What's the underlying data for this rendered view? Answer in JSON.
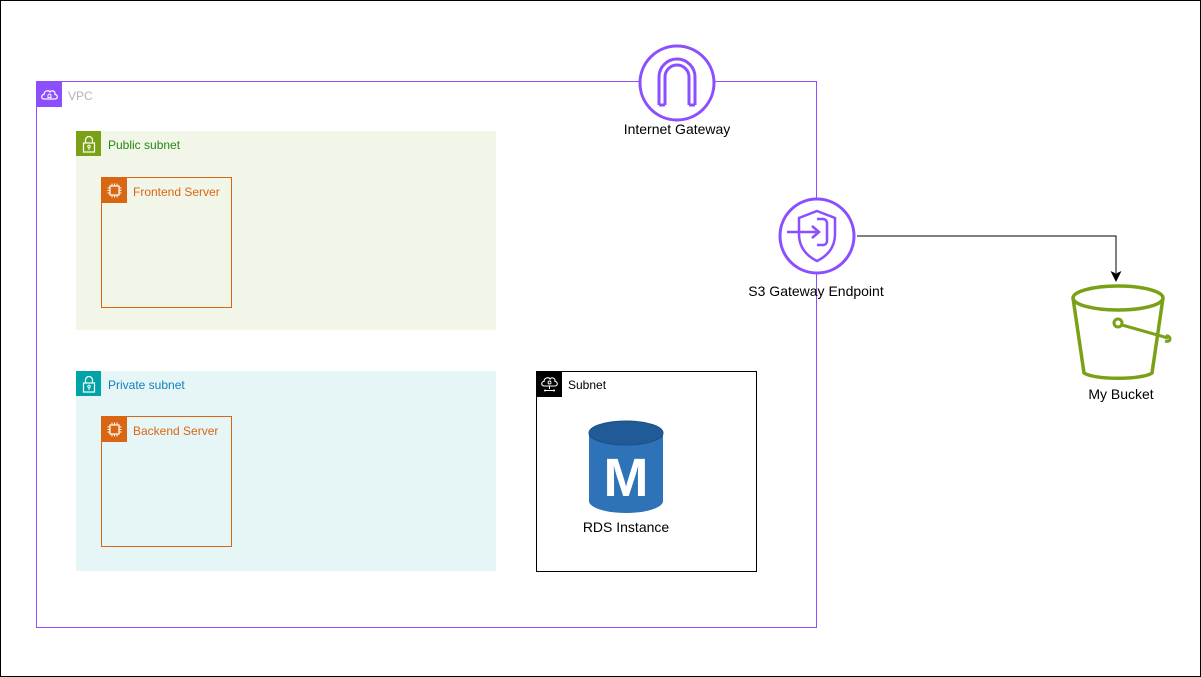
{
  "diagram": {
    "vpc": {
      "label": "VPC",
      "icon": "vpc-cloud-icon",
      "color": "#8c4fff"
    },
    "public_subnet": {
      "label": "Public subnet",
      "icon": "lock-icon",
      "color": "#7aa116"
    },
    "private_subnet": {
      "label": "Private subnet",
      "icon": "lock-icon",
      "color": "#00a4a6"
    },
    "frontend_server": {
      "label": "Frontend Server",
      "icon": "ec2-chip-icon",
      "color": "#d86613"
    },
    "backend_server": {
      "label": "Backend Server",
      "icon": "ec2-chip-icon",
      "color": "#d86613"
    },
    "subnet": {
      "label": "Subnet",
      "icon": "cloud-network-icon"
    },
    "rds": {
      "label": "RDS Instance",
      "icon": "database-icon",
      "color": "#2e73b8"
    },
    "internet_gateway": {
      "label": "Internet Gateway",
      "icon": "internet-gateway-icon",
      "color": "#8c4fff"
    },
    "s3_endpoint": {
      "label": "S3 Gateway Endpoint",
      "icon": "shield-endpoint-icon",
      "color": "#8c4fff"
    },
    "bucket": {
      "label": "My Bucket",
      "icon": "bucket-icon",
      "color": "#7aa116"
    },
    "connections": [
      {
        "from": "S3 Gateway Endpoint",
        "to": "My Bucket",
        "arrow": "end"
      }
    ]
  }
}
